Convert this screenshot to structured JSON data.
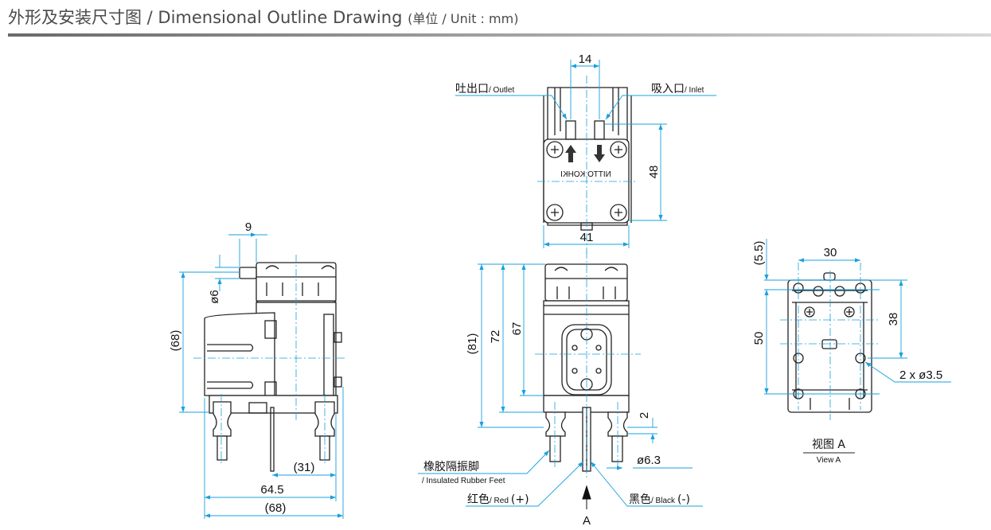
{
  "header": {
    "title": "外形及安装尺寸图 / Dimensional Outline Drawing",
    "unit": "(单位 / Unit : mm)"
  },
  "top_view": {
    "dim_port_pitch": "14",
    "dim_height": "48",
    "dim_width": "41",
    "outlet_cn": "吐出口",
    "outlet_en": "/ Outlet",
    "inlet_cn": "吸入口",
    "inlet_en": "/ Inlet",
    "brand_mark": "NITTO KOHKI"
  },
  "side_view": {
    "dim_port_offset": "9",
    "dim_port_dia": "ø6",
    "dim_height": "(68)",
    "dim_wire": "(31)",
    "dim_mount": "64.5",
    "dim_length": "(68)"
  },
  "front_view": {
    "dim_total": "(81)",
    "dim_72": "72",
    "dim_67": "67",
    "dim_2": "2",
    "dim_foot_dia": "ø6.3",
    "feet_cn": "橡胶隔振脚",
    "feet_en": "/ Insulated Rubber Feet",
    "red_cn": "红色",
    "red_en": "/ Red",
    "red_sign": "(+)",
    "black_cn": "黑色",
    "black_en": "/ Black",
    "black_sign": "(-)",
    "view_arrow": "A"
  },
  "view_a": {
    "dim_30": "30",
    "dim_5_5": "(5.5)",
    "dim_50": "50",
    "dim_38": "38",
    "hole_callout": "2 x ø3.5",
    "title_cn": "视图 A",
    "title_en": "View A"
  }
}
